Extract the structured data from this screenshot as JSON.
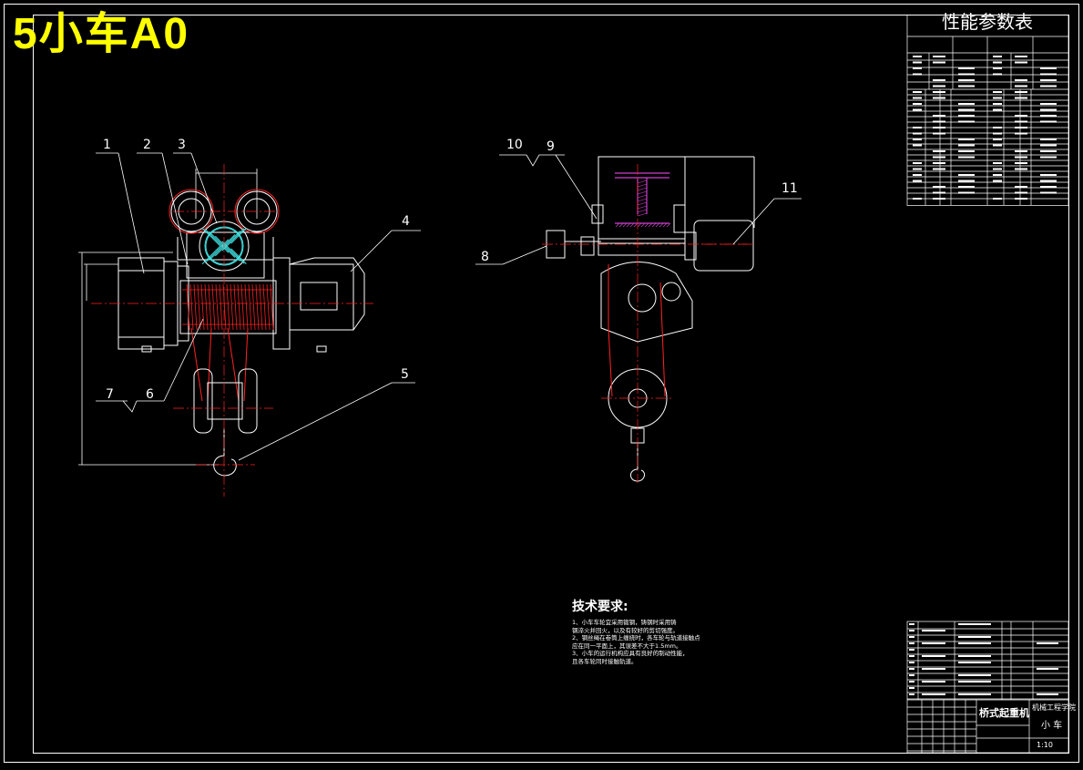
{
  "title": "5小车A0",
  "performance_table": {
    "title": "性能参数表"
  },
  "callouts": [
    "1",
    "2",
    "3",
    "4",
    "5",
    "6",
    "7",
    "8",
    "9",
    "10",
    "11"
  ],
  "tech_requirements": {
    "heading": "技术要求:",
    "lines": [
      "1、小车车轮宜采用锻钢，铸钢时采用铸",
      "钢淬火并回火，以及有较好的剪切强度。",
      "2、钢丝绳在卷筒上缠绕时，各车轮与轨道接触点",
      "应在同一平面上，其误差不大于1.5mm。",
      "3、小车的运行机构应具有良好的制动性能，",
      "且各车轮同时接触轨道。"
    ]
  },
  "title_block": {
    "name": "桥式起重机",
    "school": "机械工程学院",
    "part": "小 车",
    "scale": "1:10"
  },
  "colors": {
    "background": "#000000",
    "line": "#ffffff",
    "title": "#ffff00",
    "red": "#ff2020",
    "magenta": "#d040d0",
    "cyan": "#40e0e0"
  }
}
